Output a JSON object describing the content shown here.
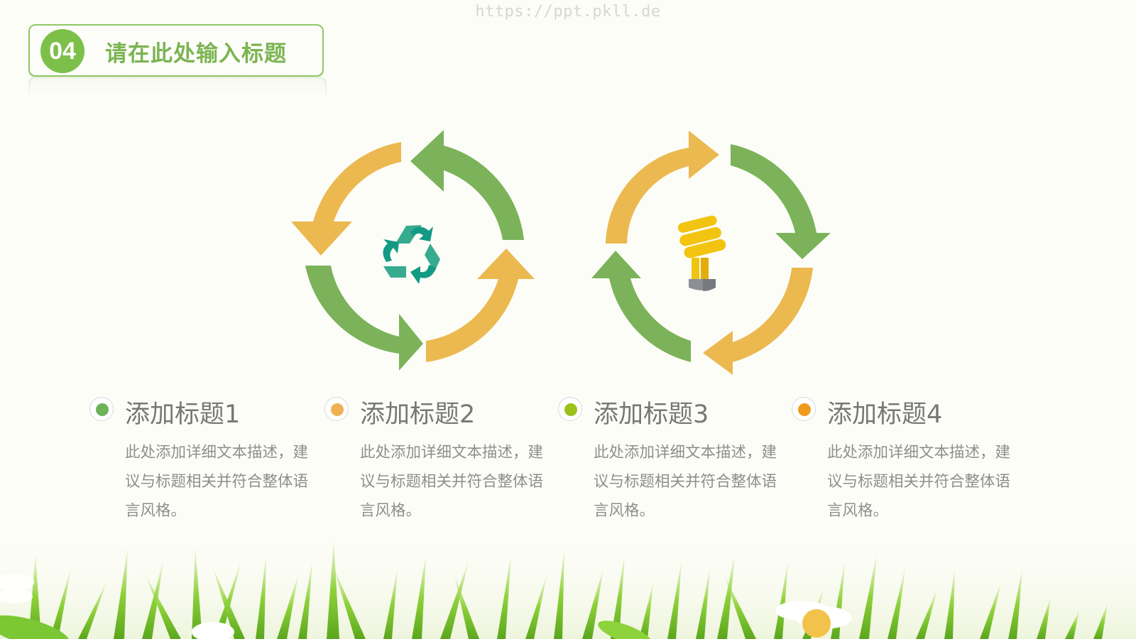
{
  "watermark": "https://ppt.pkll.de",
  "header": {
    "number": "04",
    "title": "请在此处输入标题"
  },
  "colors": {
    "green": "#7cb35a",
    "yellow": "#ebb94f",
    "title_green": "#7cc04a",
    "recycle_teal": "#2aa58a",
    "bulb_yellow": "#f2c40f",
    "bulb_base": "#8c8f93"
  },
  "diagrams": [
    {
      "center_icon": "recycle-icon",
      "arrows": [
        "yellow-counterclockwise",
        "green-counterclockwise",
        "green-counterclockwise",
        "yellow-counterclockwise"
      ]
    },
    {
      "center_icon": "lightbulb-icon",
      "arrows": [
        "yellow-clockwise",
        "green-clockwise",
        "yellow-clockwise",
        "green-clockwise"
      ]
    }
  ],
  "items": [
    {
      "dot_color": "#6cb35a",
      "title": "添加标题1",
      "desc": "此处添加详细文本描述，建议与标题相关并符合整体语言风格。"
    },
    {
      "dot_color": "#efb252",
      "title": "添加标题2",
      "desc": "此处添加详细文本描述，建议与标题相关并符合整体语言风格。"
    },
    {
      "dot_color": "#9cc11a",
      "title": "添加标题3",
      "desc": "此处添加详细文本描述，建议与标题相关并符合整体语言风格。"
    },
    {
      "dot_color": "#f09a1c",
      "title": "添加标题4",
      "desc": "此处添加详细文本描述，建议与标题相关并符合整体语言风格。"
    }
  ]
}
